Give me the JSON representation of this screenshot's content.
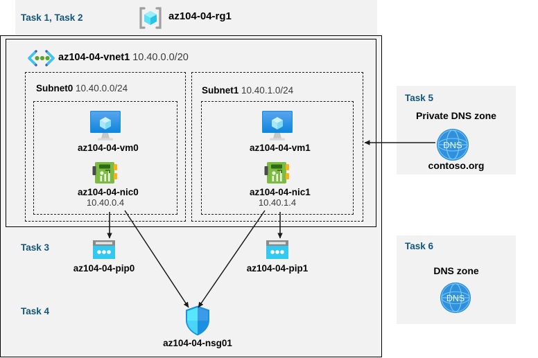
{
  "diagram": {
    "title": "az104-04-rg1",
    "resource_group": {
      "task_label": "Task 1, Task 2",
      "name": "az104-04-rg1",
      "icon": "resource-group-icon"
    },
    "vnet": {
      "name": "az104-04-vnet1",
      "cidr": "10.40.0.0/20",
      "icon": "virtual-network-icon"
    },
    "subnets": [
      {
        "name": "Subnet0",
        "cidr": "10.40.0.0/24",
        "vm": {
          "name": "az104-04-vm0",
          "icon": "virtual-machine-icon"
        },
        "nic": {
          "name": "az104-04-nic0",
          "ip": "10.40.0.4",
          "icon": "network-interface-icon"
        }
      },
      {
        "name": "Subnet1",
        "cidr": "10.40.1.0/24",
        "vm": {
          "name": "az104-04-vm1",
          "icon": "virtual-machine-icon"
        },
        "nic": {
          "name": "az104-04-nic1",
          "ip": "10.40.1.4",
          "icon": "network-interface-icon"
        }
      }
    ],
    "task3": {
      "label": "Task 3",
      "public_ips": [
        {
          "name": "az104-04-pip0",
          "icon": "public-ip-address-icon"
        },
        {
          "name": "az104-04-pip1",
          "icon": "public-ip-address-icon"
        }
      ]
    },
    "task4": {
      "label": "Task 4",
      "nsg": {
        "name": "az104-04-nsg01",
        "icon": "network-security-group-icon"
      }
    },
    "task5": {
      "label": "Task 5",
      "zone_title": "Private DNS zone",
      "zone_name": "contoso.org",
      "icon": "dns-zone-icon",
      "icon_text": "DNS"
    },
    "task6": {
      "label": "Task 6",
      "zone_title": "DNS zone",
      "icon": "dns-zone-icon",
      "icon_text": "DNS"
    },
    "colors": {
      "task_label": "#11557c",
      "panel_bg": "#f2f2f2",
      "page_bg": "#ffffff",
      "border": "#000000",
      "azure_blue": "#0078d4",
      "cyan": "#32c8f0",
      "nic_green": "#7fba42",
      "arrow": "#1a1a1a"
    }
  }
}
